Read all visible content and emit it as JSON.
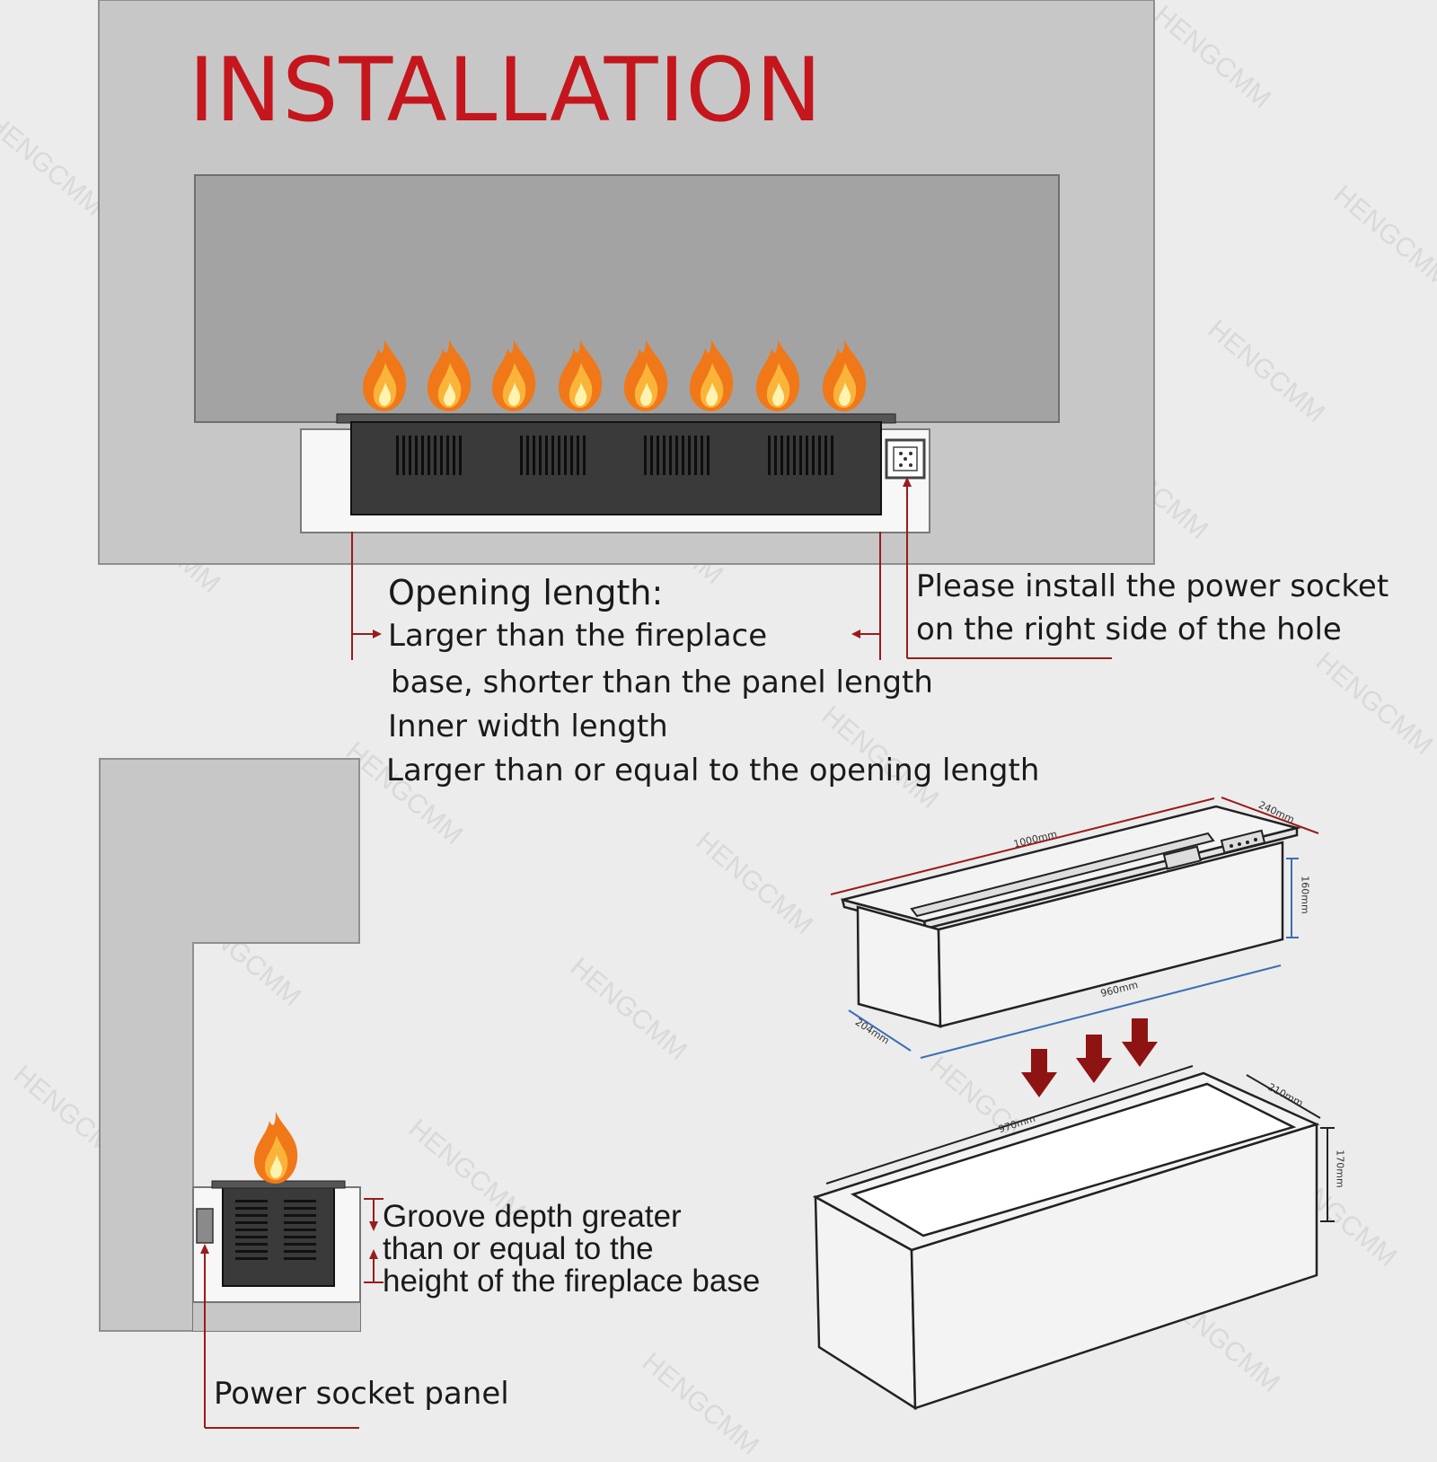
{
  "title": "INSTALLATION",
  "opening": {
    "heading": "Opening length:",
    "line1": "Larger than the fireplace",
    "line2": "base, shorter than the panel length",
    "line3": "Inner width length",
    "line4": "Larger than or equal to the opening length"
  },
  "power_socket_note": {
    "line1": "Please install the power socket",
    "line2": "on the right side of the hole"
  },
  "groove_note": {
    "line1": "Groove depth greater",
    "line2": "than or equal to the",
    "line3": "height of the fireplace base"
  },
  "power_socket_panel_label": "Power socket panel",
  "dimensions": {
    "top_length": "1000mm",
    "top_width": "240mm",
    "height": "160mm",
    "bottom_length": "960mm",
    "bottom_width": "204mm",
    "box_length": "970mm",
    "box_width": "210mm",
    "box_height": "170mm"
  },
  "watermark": "HENGCMM",
  "colors": {
    "accent_red": "#c4161c",
    "dimension_red": "#9a1b1b",
    "dimension_blue": "#3a6fb5",
    "wall_gray": "#c7c7c7",
    "panel_gray": "#a3a3a3",
    "unit_black": "#3a3a3a"
  },
  "icons": [
    "flame-icon",
    "power-socket-icon",
    "down-arrow-icon"
  ]
}
